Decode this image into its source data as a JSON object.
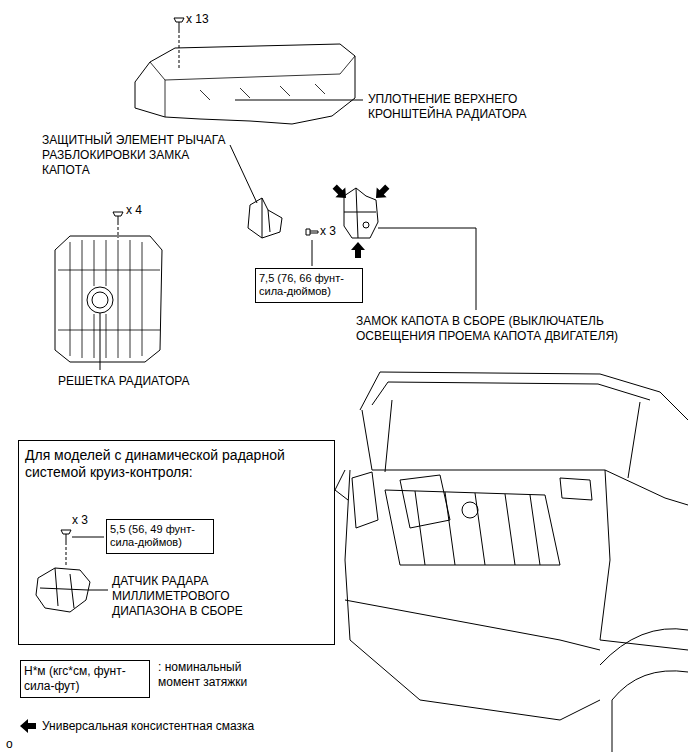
{
  "diagram": {
    "nodes": [
      {
        "text": [
          "7,5 (76, 66 фунт-сила-дюймов)"
        ]
      },
      {
        "text": [
          "Для моделей с динамической радарной системой круиз-контроля:"
        ]
      },
      {
        "text": [
          "5,5 (56, 49 фунт-сила-дюймов)"
        ],
        "in": 1
      },
      {
        "text": [
          "Н*м (кгс*см, фунт-сила-фут)"
        ]
      }
    ],
    "labels": [
      "x 13",
      "УПЛОТНЕНИЕ ВЕРХНЕГО КРОНШТЕЙНА РАДИАТОРА",
      "ЗАЩИТНЫЙ ЭЛЕМЕНТ РЫЧАГА РАЗБЛОКИРОВКИ ЗАМКА КАПОТА",
      "x 4",
      "x 3",
      "ЗАМОК КАПОТА В СБОРЕ (ВЫКЛЮЧАТЕЛЬ ОСВЕЩЕНИЯ ПРОЕМА КАПОТА ДВИГАТЕЛЯ)",
      "РЕШЕТКА РАДИАТОРА",
      "x 3",
      "ДАТЧИК РАДАРА МИЛЛИМЕТРОВОГО ДИАПАЗОНА В СБОРЕ",
      ": номинальный момент затяжки",
      "o"
    ],
    "legend": [
      {
        "text": "Универсальная консистентная смазка"
      }
    ]
  }
}
